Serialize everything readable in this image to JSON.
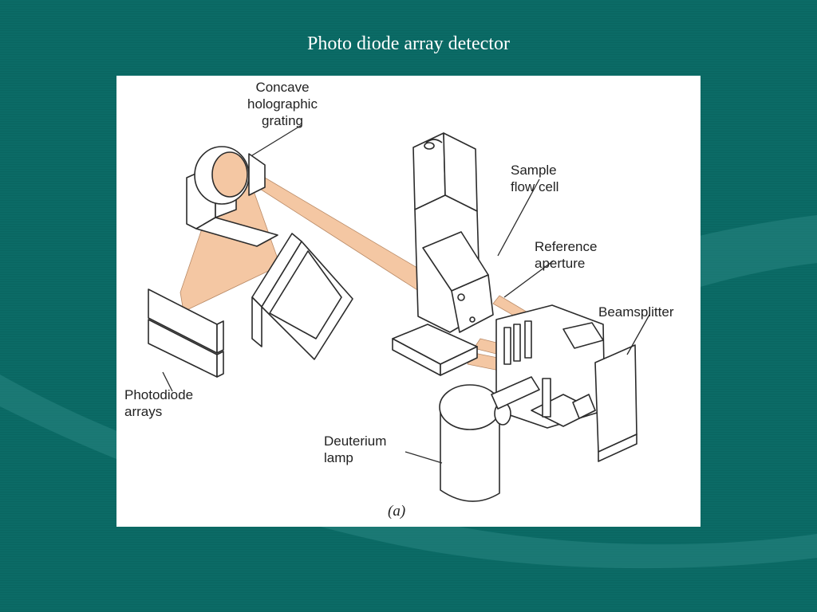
{
  "slide": {
    "title": "Photo diode array detector"
  },
  "diagram": {
    "labels": {
      "grating": "Concave\nholographic\ngrating",
      "flow_cell": "Sample\nflow cell",
      "aperture": "Reference\naperture",
      "beamsplitter": "Beamsplitter",
      "photodiodes": "Photodiode\narrays",
      "lamp": "Deuterium\nlamp"
    },
    "caption": "(a)",
    "colors": {
      "beam": "#f4c7a3",
      "line": "#2b2b2b",
      "background": "#0b6b66"
    }
  }
}
